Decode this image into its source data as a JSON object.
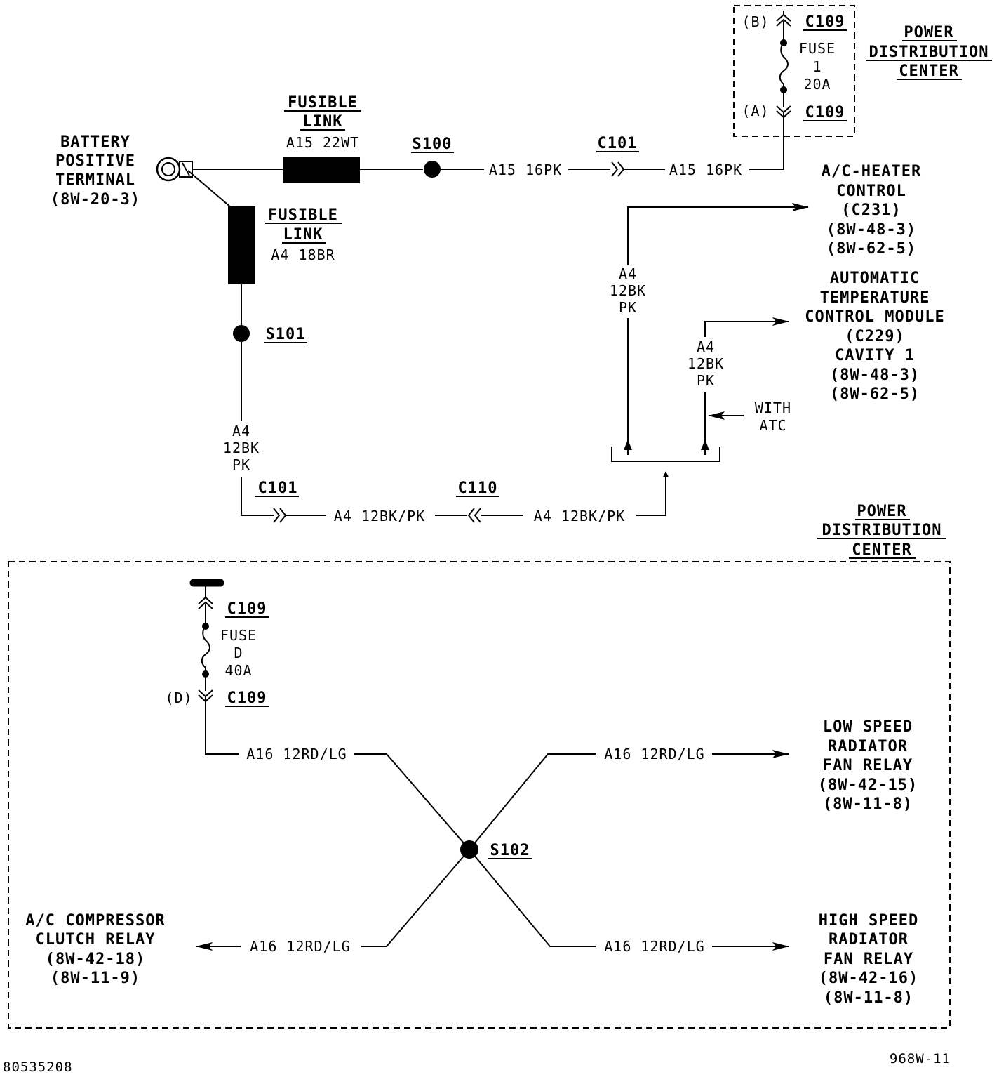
{
  "battery": {
    "l1": "BATTERY",
    "l2": "POSITIVE",
    "l3": "TERMINAL",
    "ref": "(8W-20-3)"
  },
  "fusible_link_1": {
    "l1": "FUSIBLE",
    "l2": "LINK",
    "wire": "A15 22WT"
  },
  "fusible_link_2": {
    "l1": "FUSIBLE",
    "l2": "LINK",
    "wire": "A4 18BR"
  },
  "splices": {
    "s100": "S100",
    "s101": "S101",
    "s102": "S102"
  },
  "connectors": {
    "c101_top": "C101",
    "c101_bottom": "C101",
    "c110": "C110"
  },
  "wires": {
    "a15_left": "A15 16PK",
    "a15_right": "A15 16PK",
    "a4_bottom_left": "A4 12BK/PK",
    "a4_bottom_right": "A4 12BK/PK",
    "a16_top_left": "A16 12RD/LG",
    "a16_top_right": "A16 12RD/LG",
    "a16_bottom_left": "A16 12RD/LG",
    "a16_bottom_right": "A16 12RD/LG"
  },
  "vertical_wire_labels": {
    "s101_down": [
      "A4",
      "12BK",
      "PK"
    ],
    "heater_branch": [
      "A4",
      "12BK",
      "PK"
    ],
    "atc_branch": [
      "A4",
      "12BK",
      "PK"
    ]
  },
  "pdc_top": {
    "title": [
      "POWER",
      "DISTRIBUTION",
      "CENTER"
    ],
    "cavity_b": "(B)",
    "cavity_a": "(A)",
    "connector_top": "C109",
    "connector_bottom": "C109",
    "fuse": [
      "FUSE",
      "1",
      "20A"
    ]
  },
  "pdc_bottom": {
    "title": [
      "POWER",
      "DISTRIBUTION",
      "CENTER"
    ],
    "connector_top": "C109",
    "connector_bottom": "C109",
    "cavity_d": "(D)",
    "fuse": [
      "FUSE",
      "D",
      "40A"
    ]
  },
  "destinations": {
    "ac_heater": [
      "A/C-HEATER",
      "CONTROL",
      "(C231)",
      "(8W-48-3)",
      "(8W-62-5)"
    ],
    "atc_module": [
      "AUTOMATIC",
      "TEMPERATURE",
      "CONTROL MODULE",
      "(C229)",
      "CAVITY 1",
      "(8W-48-3)",
      "(8W-62-5)"
    ],
    "with_atc": [
      "WITH",
      "ATC"
    ],
    "low_speed": [
      "LOW SPEED",
      "RADIATOR",
      "FAN RELAY",
      "(8W-42-15)",
      "(8W-11-8)"
    ],
    "high_speed": [
      "HIGH SPEED",
      "RADIATOR",
      "FAN RELAY",
      "(8W-42-16)",
      "(8W-11-8)"
    ],
    "ac_compressor": [
      "A/C COMPRESSOR",
      "CLUTCH RELAY",
      "(8W-42-18)",
      "(8W-11-9)"
    ]
  },
  "footer": {
    "left_code": "80535208",
    "right_code": "968W-11"
  }
}
